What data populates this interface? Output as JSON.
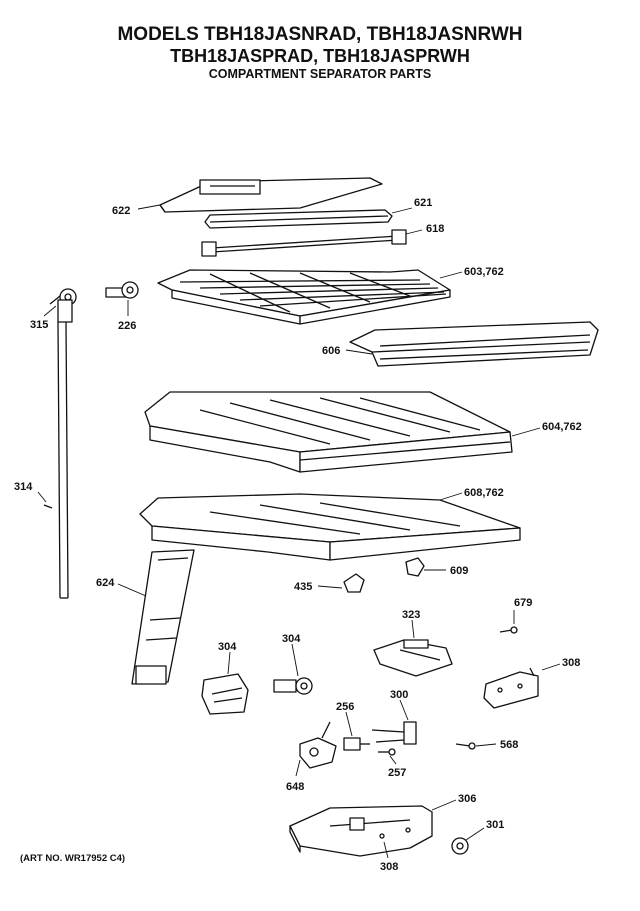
{
  "header": {
    "line1": "MODELS TBH18JASNRAD, TBH18JASNRWH",
    "line2": "TBH18JASPRAD, TBH18JASPRWH",
    "line3": "COMPARTMENT SEPARATOR PARTS"
  },
  "footer": {
    "art_no": "(ART NO. WR17952 C4)"
  },
  "labels": {
    "p622": "622",
    "p621": "621",
    "p618": "618",
    "p603": "603,762",
    "p315": "315",
    "p226": "226",
    "p606": "606",
    "p604": "604,762",
    "p314": "314",
    "p608": "608,762",
    "p624": "624",
    "p435": "435",
    "p609": "609",
    "p679": "679",
    "p323": "323",
    "p304a": "304",
    "p304b": "304",
    "p308a": "308",
    "p256": "256",
    "p300": "300",
    "p568": "568",
    "p648": "648",
    "p257": "257",
    "p306": "306",
    "p301": "301",
    "p308b": "308"
  }
}
